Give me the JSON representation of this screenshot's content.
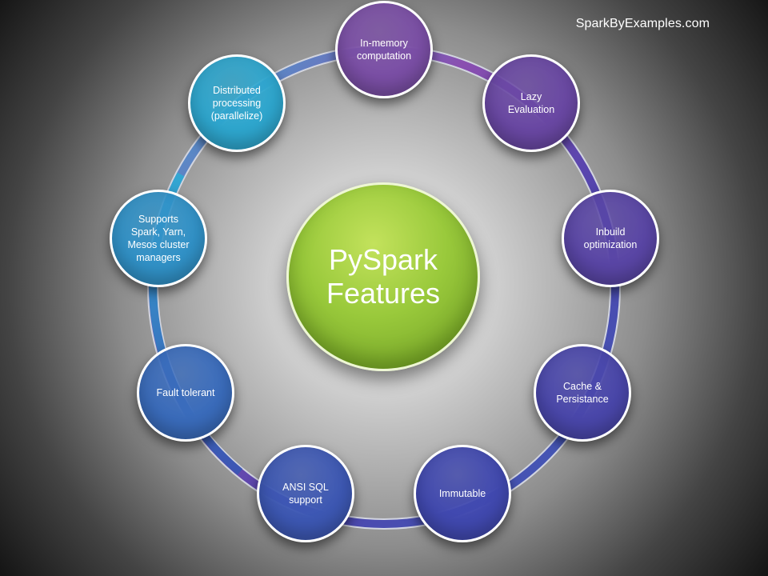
{
  "watermark": "SparkByExamples.com",
  "center": {
    "title": "PySpark\nFeatures",
    "color": "#8fc13a"
  },
  "nodes": [
    {
      "label": "In-memory\ncomputation",
      "color": "#7b4fa6"
    },
    {
      "label": "Lazy\nEvaluation",
      "color": "#6a48a4"
    },
    {
      "label": "Inbuild\noptimization",
      "color": "#5a46a6"
    },
    {
      "label": "Cache &\nPersistance",
      "color": "#4a47ab"
    },
    {
      "label": "Immutable",
      "color": "#4149b0"
    },
    {
      "label": "ANSI SQL\nsupport",
      "color": "#3d58b4"
    },
    {
      "label": "Fault tolerant",
      "color": "#3a6cbc"
    },
    {
      "label": "Supports\nSpark, Yarn,\nMesos cluster\nmanagers",
      "color": "#3192c8"
    },
    {
      "label": "Distributed\nprocessing\n(parallelize)",
      "color": "#2ea7cf"
    }
  ]
}
